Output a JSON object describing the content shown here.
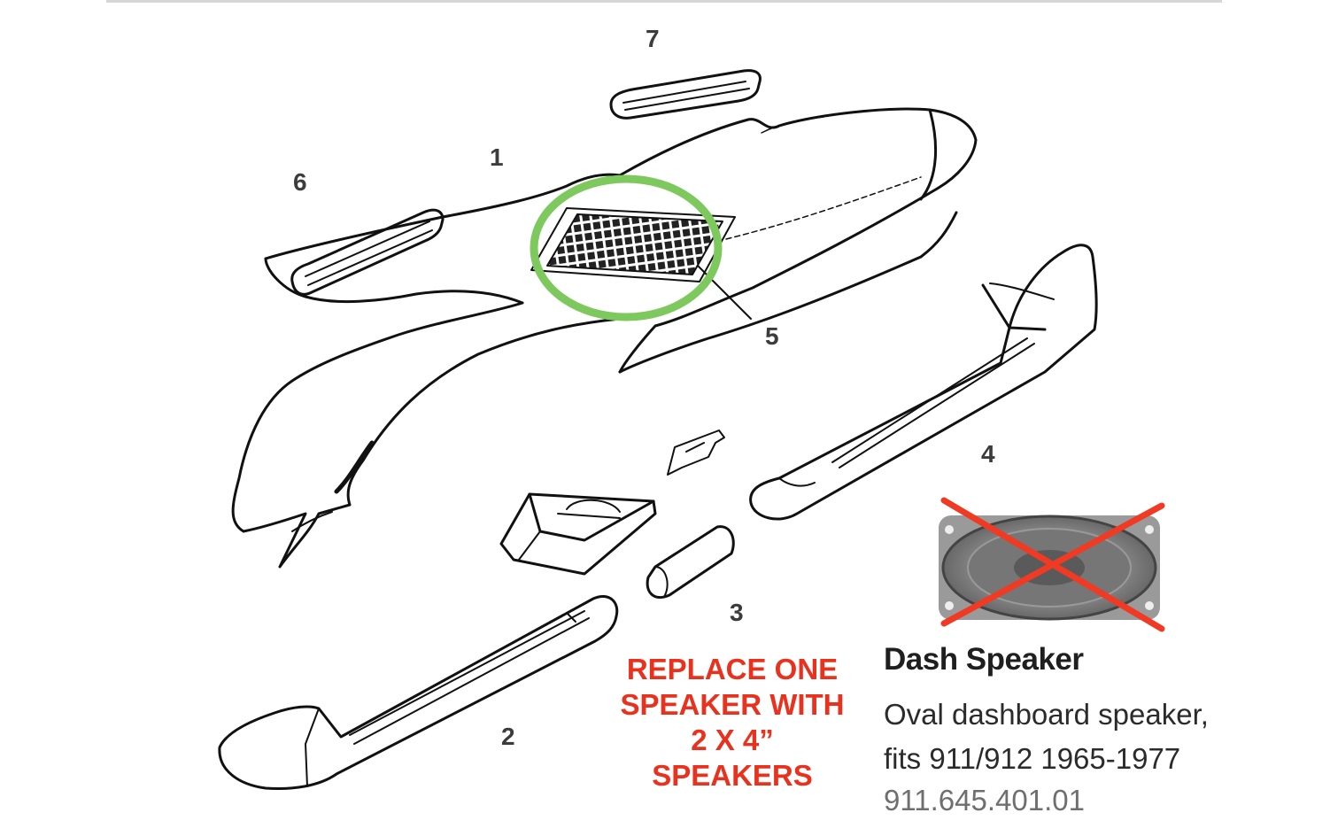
{
  "callouts": {
    "c1": "1",
    "c2": "2",
    "c3": "3",
    "c4": "4",
    "c5": "5",
    "c6": "6",
    "c7": "7"
  },
  "note": {
    "line1": "REPLACE ONE",
    "line2": "SPEAKER WITH",
    "line3": "2 X 4”",
    "line4": "SPEAKERS"
  },
  "product": {
    "title": "Dash Speaker",
    "desc_line1": "Oval dashboard speaker,",
    "desc_line2": "fits 911/912 1965-1977",
    "part_number": "911.645.401.01"
  },
  "colors": {
    "highlight_circle": "#7dc95e",
    "cross_mark": "#f03a23",
    "note_text": "#e8321e",
    "line_art": "#111111"
  },
  "icons": {
    "speaker_image": "oval-speaker-photo",
    "cross": "red-x-cross"
  }
}
